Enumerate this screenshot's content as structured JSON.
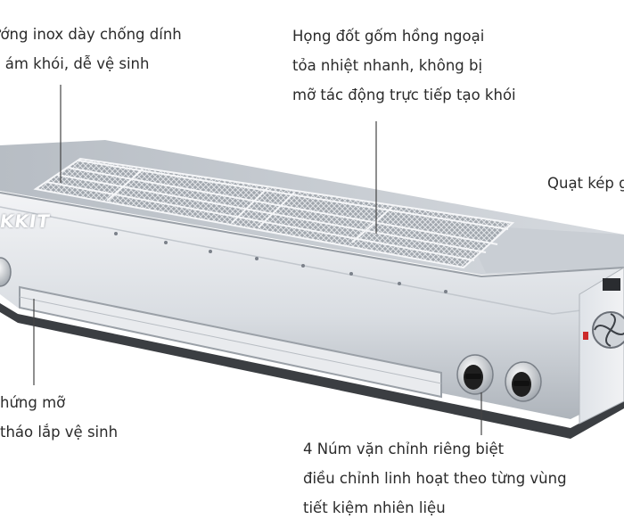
{
  "callouts": {
    "top_left": {
      "line1": "ướng inox dày chống dính",
      "line2": "g ám khói, dễ vệ sinh"
    },
    "top_center": {
      "line1": "Họng đốt gốm hồng ngoại",
      "line2": "tỏa nhiệt nhanh, không bị",
      "line3": "mỡ tác động trực tiếp tạo khói"
    },
    "right": {
      "line1": "Quạt kép g"
    },
    "bottom_left": {
      "line1": "hứng mỡ",
      "line2": "tháo lắp vệ sinh"
    },
    "bottom_right": {
      "line1": "4 Núm vặn chỉnh riêng biệt",
      "line2": "điều chỉnh linh hoạt theo từng vùng",
      "line3": "tiết kiệm nhiên liệu"
    }
  },
  "brand_text": "KKIT",
  "colors": {
    "background": "#ffffff",
    "steel_light": "#e4e7ec",
    "steel_mid": "#c3c8cf",
    "steel_dark": "#8e949c",
    "knob": "#1f1f1f",
    "text": "#2b2b2b"
  },
  "icons": [
    "control-knob-icon",
    "fan-icon",
    "power-indicator-icon"
  ]
}
